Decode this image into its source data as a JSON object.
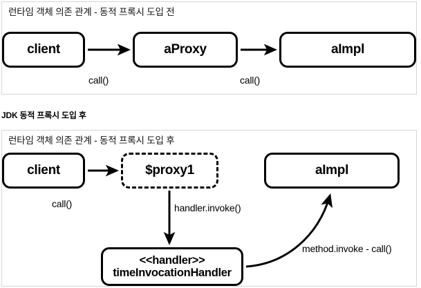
{
  "panels": {
    "before": {
      "title": "런타임 객체 의존 관계 - 동적 프록시 도입 전",
      "nodes": [
        {
          "name": "client",
          "label": "client",
          "style": "solid"
        },
        {
          "name": "aproxy",
          "label": "aProxy",
          "style": "solid"
        },
        {
          "name": "aimpl",
          "label": "aImpl",
          "style": "solid"
        }
      ],
      "edges": [
        {
          "from": "client",
          "to": "aproxy",
          "label": "call()"
        },
        {
          "from": "aproxy",
          "to": "aimpl",
          "label": "call()"
        }
      ]
    },
    "after": {
      "title": "런타임 객체 의존 관계 - 동적 프록시 도입 후",
      "nodes": [
        {
          "name": "client",
          "label": "client",
          "style": "solid"
        },
        {
          "name": "proxy1",
          "label": "$proxy1",
          "style": "dashed"
        },
        {
          "name": "aimpl",
          "label": "aImpl",
          "style": "solid"
        },
        {
          "name": "handler",
          "label_line1": "<<handler>>",
          "label_line2": "timeInvocationHandler",
          "style": "solid"
        }
      ],
      "edges": [
        {
          "from": "client",
          "to": "proxy1",
          "label": "call()"
        },
        {
          "from": "proxy1",
          "to": "handler",
          "label": "handler.invoke()"
        },
        {
          "from": "handler",
          "to": "aimpl",
          "label": "method.invoke - call()"
        }
      ]
    }
  },
  "section_heading": "JDK 동적 프록시 도입 후",
  "colors": {
    "stroke": "#000000",
    "panel_border": "#d6d6d6",
    "background": "#ffffff"
  }
}
